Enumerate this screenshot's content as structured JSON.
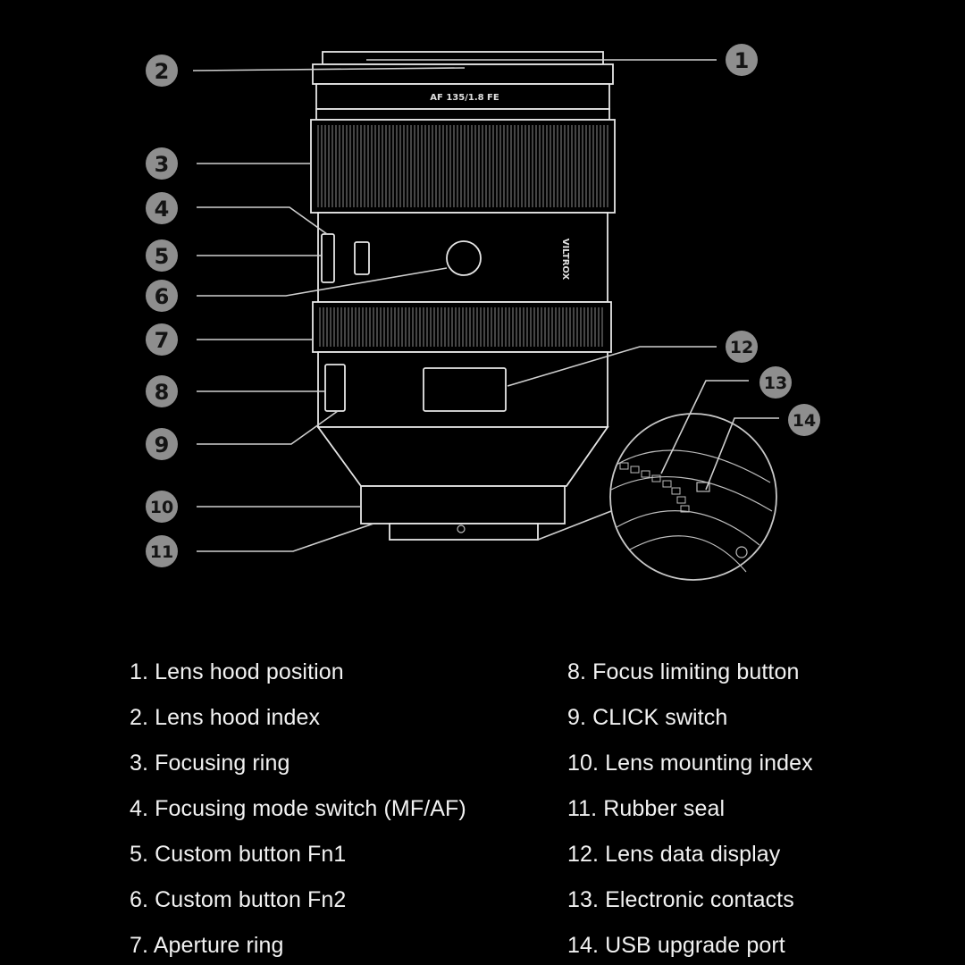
{
  "diagram": {
    "lens_model_text": "AF 135/1.8 FE",
    "brand_text": "VILTROX",
    "callouts": [
      "1",
      "2",
      "3",
      "4",
      "5",
      "6",
      "7",
      "8",
      "9",
      "10",
      "11",
      "12",
      "13",
      "14"
    ]
  },
  "legend": {
    "left": [
      "1. Lens hood position",
      "2. Lens hood index",
      "3. Focusing ring",
      "4. Focusing mode switch (MF/AF)",
      "5. Custom button Fn1",
      "6. Custom button Fn2",
      "7. Aperture ring"
    ],
    "right": [
      "8. Focus limiting button",
      "9. CLICK switch",
      "10. Lens mounting index",
      "11. Rubber seal",
      "12. Lens data display",
      "13. Electronic contacts",
      "14. USB upgrade port"
    ]
  }
}
